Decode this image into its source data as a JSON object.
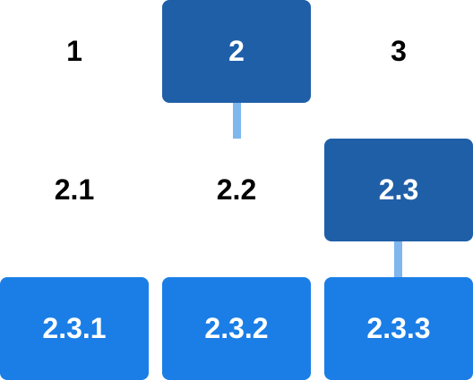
{
  "colors": {
    "selected_bg": "#1f5fa8",
    "leaf_bg": "#1a7ee6",
    "connector": "#7fb6ee",
    "plain_text": "#000000",
    "box_text": "#ffffff"
  },
  "rows": [
    {
      "nodes": [
        {
          "label": "1",
          "state": "plain"
        },
        {
          "label": "2",
          "state": "selected"
        },
        {
          "label": "3",
          "state": "plain"
        }
      ]
    },
    {
      "nodes": [
        {
          "label": "2.1",
          "state": "plain"
        },
        {
          "label": "2.2",
          "state": "plain"
        },
        {
          "label": "2.3",
          "state": "selected"
        }
      ]
    },
    {
      "nodes": [
        {
          "label": "2.3.1",
          "state": "leaf"
        },
        {
          "label": "2.3.2",
          "state": "leaf"
        },
        {
          "label": "2.3.3",
          "state": "leaf"
        }
      ]
    }
  ]
}
